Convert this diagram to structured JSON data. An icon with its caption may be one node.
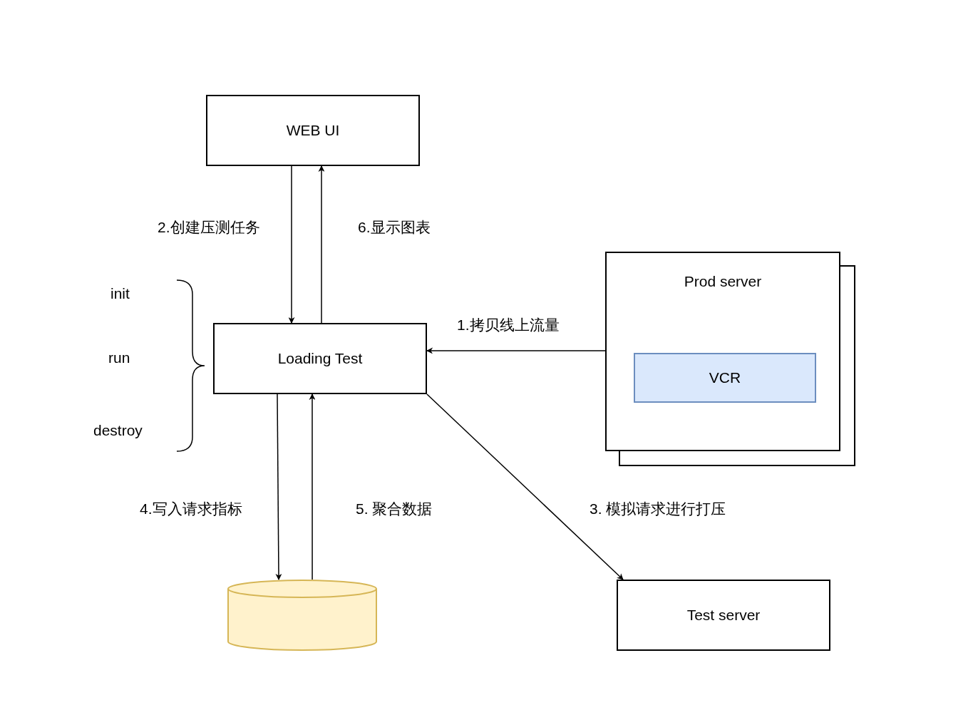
{
  "diagram": {
    "nodes": [
      {
        "text": [
          "WEB UI"
        ]
      },
      {
        "text": [
          "Loading Test"
        ]
      },
      {
        "text": [
          "Prod server"
        ]
      },
      {
        "text": [
          "VCR"
        ],
        "in": 2
      },
      {
        "text": [],
        "shape": "cylinder"
      },
      {
        "text": [
          "Test server"
        ]
      }
    ],
    "edges": [
      {
        "from": 0,
        "to": 1,
        "arrow": "to",
        "label": "2.创建压测任务"
      },
      {
        "from": 1,
        "to": 0,
        "arrow": "to",
        "label": "6.显示图表"
      },
      {
        "from": 2,
        "to": 1,
        "arrow": "to",
        "label": "1.拷贝线上流量"
      },
      {
        "from": 1,
        "to": 4,
        "arrow": "to",
        "label": "4.写入请求指标"
      },
      {
        "from": 4,
        "to": 1,
        "arrow": "to",
        "label": "5. 聚合数据"
      },
      {
        "from": 1,
        "to": 5,
        "arrow": "to",
        "label": "3. 模拟请求进行打压"
      }
    ],
    "labels": [
      "init",
      "run",
      "destroy"
    ]
  }
}
